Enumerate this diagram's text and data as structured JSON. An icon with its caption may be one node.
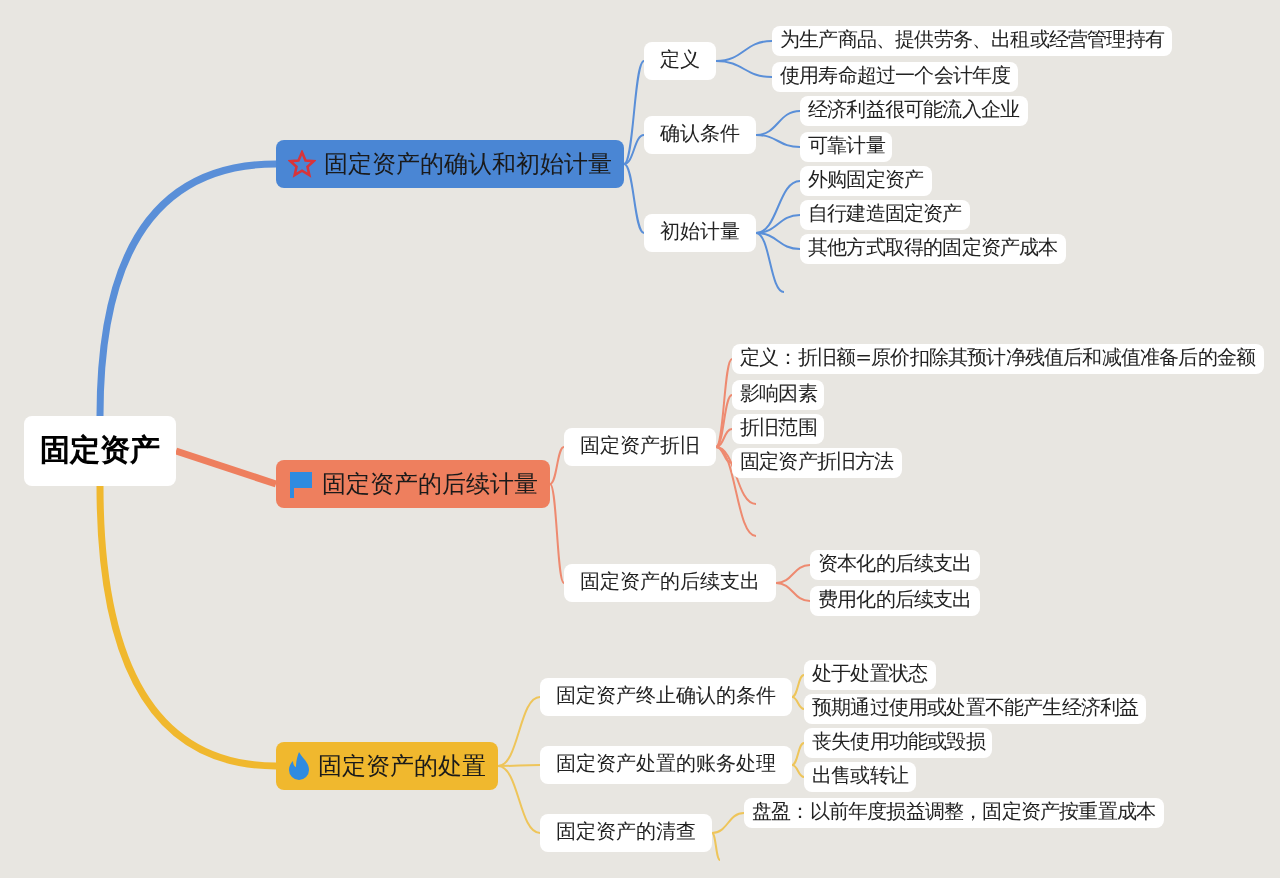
{
  "diagram": {
    "nodes": [
      {
        "text": [
          "固定资产"
        ]
      },
      {
        "text": [
          "固定资产的确认和初始计量"
        ]
      },
      {
        "text": [
          "定义"
        ]
      },
      {
        "text": [
          "为生产商品、提供劳务、出租或经营管理持有"
        ]
      },
      {
        "text": [
          "使用寿命超过一个会计年度"
        ]
      },
      {
        "text": [
          "确认条件"
        ]
      },
      {
        "text": [
          "经济利益很可能流入企业"
        ]
      },
      {
        "text": [
          "可靠计量"
        ]
      },
      {
        "text": [
          "初始计量"
        ]
      },
      {
        "text": [
          "外购固定资产"
        ]
      },
      {
        "text": [
          "自行建造固定资产"
        ]
      },
      {
        "text": [
          "其他方式取得的固定资产成本"
        ]
      },
      {
        "text": [
          "固定资产的后续计量"
        ]
      },
      {
        "text": [
          "固定资产折旧"
        ]
      },
      {
        "text": [
          "定义：折旧额=原价扣除其预计净残值后和减值准备后的金额"
        ]
      },
      {
        "text": [
          "影响因素"
        ]
      },
      {
        "text": [
          "折旧范围"
        ]
      },
      {
        "text": [
          "固定资产折旧方法"
        ]
      },
      {
        "text": [
          "固定资产的后续支出"
        ]
      },
      {
        "text": [
          "资本化的后续支出"
        ]
      },
      {
        "text": [
          "费用化的后续支出"
        ]
      },
      {
        "text": [
          "固定资产的处置"
        ]
      },
      {
        "text": [
          "固定资产终止确认的条件"
        ]
      },
      {
        "text": [
          "处于处置状态"
        ]
      },
      {
        "text": [
          "预期通过使用或处置不能产生经济利益"
        ]
      },
      {
        "text": [
          "固定资产处置的账务处理"
        ]
      },
      {
        "text": [
          "丧失使用功能或毁损"
        ]
      },
      {
        "text": [
          "出售或转让"
        ]
      },
      {
        "text": [
          "固定资产的清查"
        ]
      },
      {
        "text": [
          "盘盈：以前年度损益调整，固定资产按重置成本"
        ]
      }
    ],
    "edges": [
      {
        "from": 0,
        "to": 1,
        "arrow": "none",
        "style": "thick"
      },
      {
        "from": 0,
        "to": 12,
        "arrow": "none",
        "style": "thick",
        "color": "#ee7f5e"
      },
      {
        "from": 0,
        "to": 21,
        "arrow": "none",
        "style": "thick",
        "color": "#f0b82e"
      },
      {
        "from": 1,
        "to": 2,
        "arrow": "none"
      },
      {
        "from": 2,
        "to": 3,
        "arrow": "none"
      },
      {
        "from": 2,
        "to": 4,
        "arrow": "none"
      },
      {
        "from": 1,
        "to": 5,
        "arrow": "none"
      },
      {
        "from": 5,
        "to": 6,
        "arrow": "none"
      },
      {
        "from": 5,
        "to": 7,
        "arrow": "none"
      },
      {
        "from": 1,
        "to": 8,
        "arrow": "none"
      },
      {
        "from": 8,
        "to": 9,
        "arrow": "none"
      },
      {
        "from": 8,
        "to": 10,
        "arrow": "none"
      },
      {
        "from": 8,
        "to": 11,
        "arrow": "none"
      },
      {
        "from": 8,
        "to": null,
        "arrow": "none"
      },
      {
        "from": 12,
        "to": 13,
        "arrow": "none",
        "color": "#ee8a70"
      },
      {
        "from": 13,
        "to": 14,
        "arrow": "none",
        "color": "#ee8a70"
      },
      {
        "from": 13,
        "to": 15,
        "arrow": "none",
        "color": "#ee8a70"
      },
      {
        "from": 13,
        "to": 16,
        "arrow": "none",
        "color": "#ee8a70"
      },
      {
        "from": 13,
        "to": 17,
        "arrow": "none",
        "color": "#ee8a70"
      },
      {
        "from": 13,
        "to": null,
        "arrow": "none",
        "color": "#ee8a70"
      },
      {
        "from": 13,
        "to": null,
        "arrow": "none",
        "color": "#ee8a70"
      },
      {
        "from": 12,
        "to": 18,
        "arrow": "none",
        "color": "#ee8a70"
      },
      {
        "from": 18,
        "to": 19,
        "arrow": "none",
        "color": "#ee8a70"
      },
      {
        "from": 18,
        "to": 20,
        "arrow": "none",
        "color": "#ee8a70"
      },
      {
        "from": 21,
        "to": 22,
        "arrow": "none",
        "color": "#eec55a"
      },
      {
        "from": 22,
        "to": 23,
        "arrow": "none",
        "color": "#eec55a"
      },
      {
        "from": 22,
        "to": 24,
        "arrow": "none",
        "color": "#eec55a"
      },
      {
        "from": 21,
        "to": 25,
        "arrow": "none",
        "color": "#eec55a"
      },
      {
        "from": 25,
        "to": 26,
        "arrow": "none",
        "color": "#eec55a"
      },
      {
        "from": 25,
        "to": 27,
        "arrow": "none",
        "color": "#eec55a"
      },
      {
        "from": 21,
        "to": 28,
        "arrow": "none",
        "color": "#eec55a"
      },
      {
        "from": 28,
        "to": 29,
        "arrow": "none",
        "color": "#eec55a"
      },
      {
        "from": 28,
        "to": null,
        "arrow": "none",
        "color": "#eec55a"
      }
    ]
  }
}
